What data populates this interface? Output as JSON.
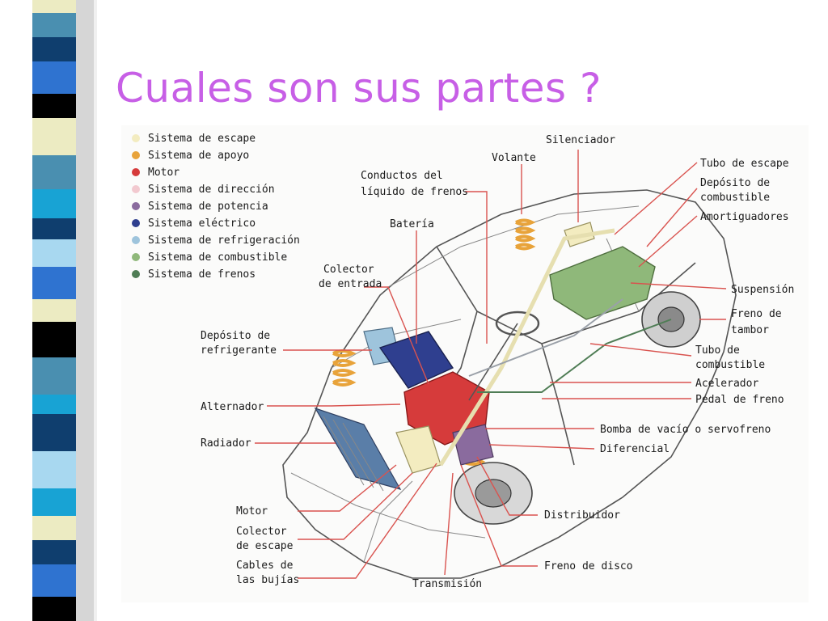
{
  "slide": {
    "title": "Cuales son sus partes ?"
  },
  "colors": {
    "title": "#c75fe6",
    "leader": "#d9534f"
  },
  "legend": [
    {
      "label": "Sistema de escape",
      "color": "#f3ecc0"
    },
    {
      "label": "Sistema de apoyo",
      "color": "#e8a33a"
    },
    {
      "label": "Motor",
      "color": "#d63b3b"
    },
    {
      "label": "Sistema de dirección",
      "color": "#f2c9cf"
    },
    {
      "label": "Sistema de potencia",
      "color": "#8a6b9e"
    },
    {
      "label": "Sistema eléctrico",
      "color": "#2f3f8f"
    },
    {
      "label": "Sistema de refrigeración",
      "color": "#9ec4dc"
    },
    {
      "label": "Sistema de combustible",
      "color": "#8fb87a"
    },
    {
      "label": "Sistema de frenos",
      "color": "#4f7d55"
    }
  ],
  "labels": {
    "silenciador": "Silenciador",
    "volante": "Volante",
    "conductos_1": "Conductos del",
    "conductos_2": "líquido de frenos",
    "bateria": "Batería",
    "colector_entrada_1": "Colector",
    "colector_entrada_2": "de entrada",
    "deposito_refrig_1": "Depósito de",
    "deposito_refrig_2": "refrigerante",
    "alternador": "Alternador",
    "radiador": "Radiador",
    "motor": "Motor",
    "colector_escape_1": "Colector",
    "colector_escape_2": "de escape",
    "cables_1": "Cables de",
    "cables_2": "las bujías",
    "transmision": "Transmisión",
    "freno_disco": "Freno de disco",
    "distribuidor": "Distribuidor",
    "diferencial": "Diferencial",
    "bomba": "Bomba de vacío o servofreno",
    "pedal_freno": "Pedal de freno",
    "acelerador": "Acelerador",
    "tubo_comb_1": "Tubo de",
    "tubo_comb_2": "combustible",
    "freno_tambor_1": "Freno de",
    "freno_tambor_2": "tambor",
    "suspension": "Suspensión",
    "amortiguadores": "Amortiguadores",
    "deposito_comb_1": "Depósito de",
    "deposito_comb_2": "combustible",
    "tubo_escape": "Tubo de escape"
  }
}
